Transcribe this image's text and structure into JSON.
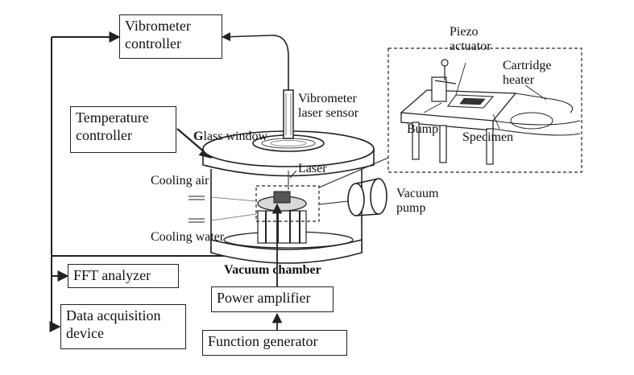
{
  "boxes": {
    "vibrometer_controller": "Vibrometer\ncontroller",
    "temperature_controller": "Temperature\ncontroller",
    "fft_analyzer": "FFT analyzer",
    "data_acquisition": "Data acquisition\ndevice",
    "power_amplifier": "Power  amplifier",
    "function_generator": "Function generator"
  },
  "labels": {
    "vibrometer_laser_sensor": "Vibrometer\nlaser sensor",
    "glass_window_g": "G",
    "glass_window": "lass window",
    "laser": "Laser",
    "cooling_air": "Cooling air",
    "cooling_water": "Cooling water",
    "vacuum_pump": "Vacuum\npump",
    "vacuum_chamber": "Vacuum chamber",
    "piezo_actuator": "Piezo\nactuator",
    "cartridge_heater": "Cartridge\nheater",
    "bump": "Bump",
    "specimen": "Specimen"
  }
}
